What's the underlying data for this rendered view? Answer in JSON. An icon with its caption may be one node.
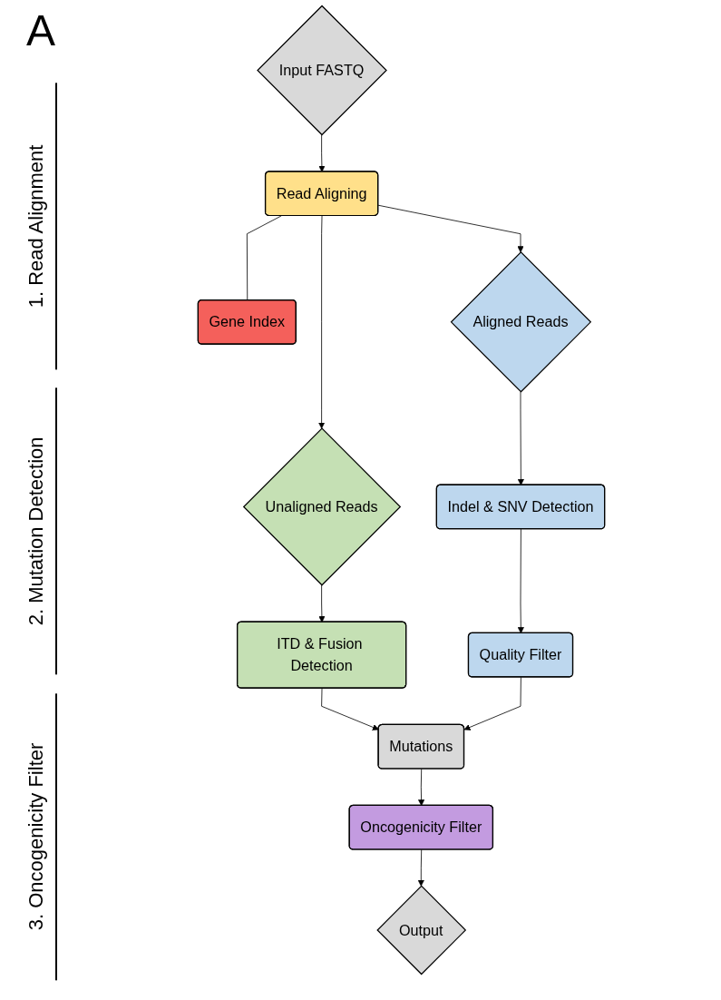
{
  "diagram": {
    "nodes": [
      {
        "text": [
          "Input FASTQ"
        ]
      },
      {
        "text": [
          "Read Aligning"
        ]
      },
      {
        "text": [
          "Gene Index"
        ]
      },
      {
        "text": [
          "Aligned Reads"
        ]
      },
      {
        "text": [
          "Unaligned Reads"
        ]
      },
      {
        "text": [
          "Indel & SNV Detection"
        ]
      },
      {
        "text": [
          "ITD & Fusion Detection"
        ]
      },
      {
        "text": [
          "Quality Filter"
        ]
      },
      {
        "text": [
          "Mutations"
        ]
      },
      {
        "text": [
          "Oncogenicity Filter"
        ]
      },
      {
        "text": [
          "Output"
        ]
      }
    ],
    "edges": [
      {
        "from": 0,
        "to": 1,
        "arrow": "to"
      },
      {
        "from": 1,
        "to": 2,
        "arrow": "none"
      },
      {
        "from": 1,
        "to": 3,
        "arrow": "to"
      },
      {
        "from": 1,
        "to": 4,
        "arrow": "to"
      },
      {
        "from": 3,
        "to": 5,
        "arrow": "to"
      },
      {
        "from": 4,
        "to": 6,
        "arrow": "to"
      },
      {
        "from": 5,
        "to": 7,
        "arrow": "to"
      },
      {
        "from": 6,
        "to": 8,
        "arrow": "to"
      },
      {
        "from": 7,
        "to": 8,
        "arrow": "to"
      },
      {
        "from": 8,
        "to": 9,
        "arrow": "to"
      },
      {
        "from": 9,
        "to": 10,
        "arrow": "to"
      }
    ],
    "labels": [
      "A",
      "1. Read Alignment",
      "2. Mutation Detection",
      "3. Oncogenicity Filter"
    ]
  }
}
